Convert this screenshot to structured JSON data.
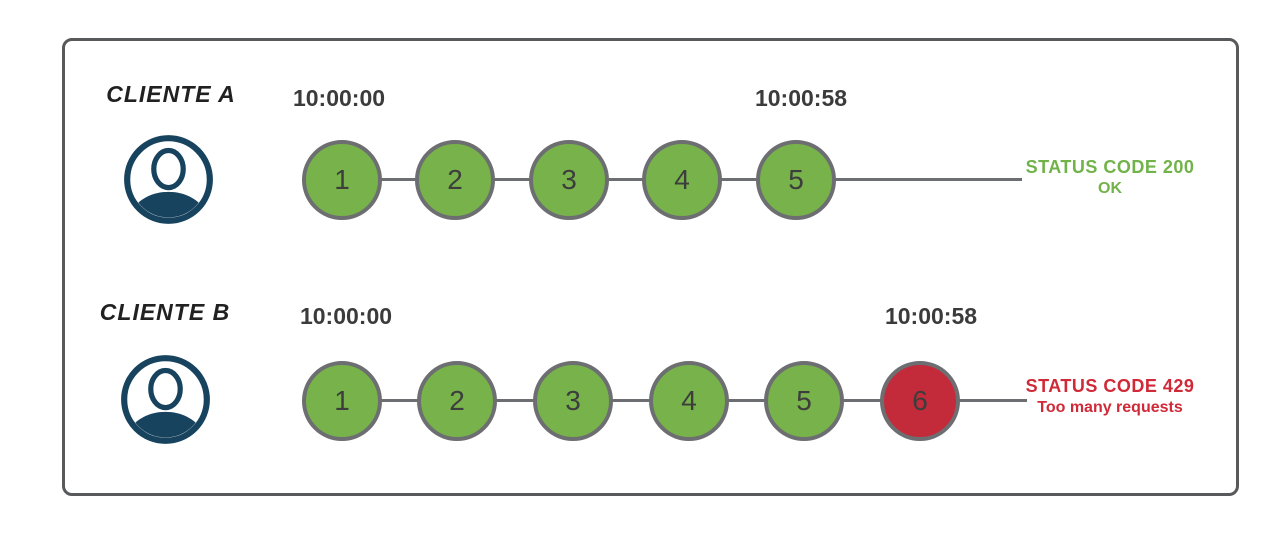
{
  "diagram": {
    "title": "rate-limiting-clients-diagram",
    "colors": {
      "frame_border": "#58595b",
      "node_ok": "#77b24a",
      "node_blocked": "#c42b3a",
      "node_stroke": "#6d6e71",
      "timeline": "#6d6e71",
      "avatar_navy": "#17435e",
      "status_ok_text": "#71b349",
      "status_error_text": "#d02937"
    },
    "rows": [
      {
        "label": "CLIENTE A",
        "start_time": "10:00:00",
        "end_time": "10:00:58",
        "requests": [
          "1",
          "2",
          "3",
          "4",
          "5"
        ],
        "status": {
          "line1": "STATUS CODE 200",
          "line2": "OK"
        }
      },
      {
        "label": "CLIENTE B",
        "start_time": "10:00:00",
        "end_time": "10:00:58",
        "requests": [
          "1",
          "2",
          "3",
          "4",
          "5",
          "6"
        ],
        "status": {
          "line1": "STATUS CODE 429",
          "line2": "Too many requests"
        }
      }
    ]
  }
}
